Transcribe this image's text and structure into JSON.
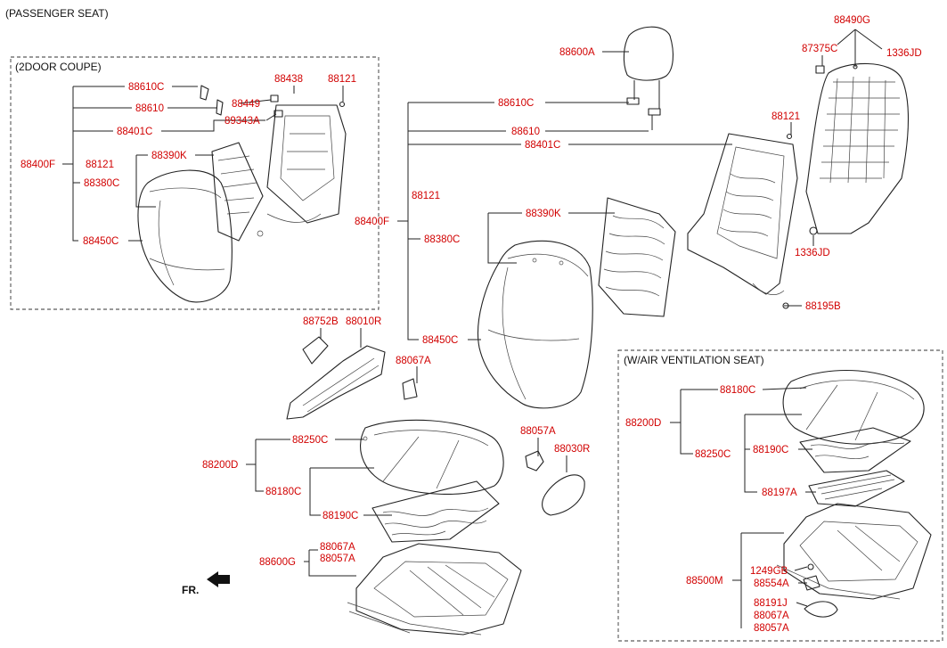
{
  "header": "(PASSENGER SEAT)",
  "section_labels": {
    "coupe": "(2DOOR COUPE)",
    "vent": "(W/AIR VENTILATION SEAT)"
  },
  "labels": {
    "coupe_88610C": "88610C",
    "coupe_88610": "88610",
    "coupe_88401C": "88401C",
    "coupe_88400F": "88400F",
    "coupe_88121": "88121",
    "coupe_88380C": "88380C",
    "coupe_88450C": "88450C",
    "coupe_88390K": "88390K",
    "coupe_88449": "88449",
    "coupe_89343A": "89343A",
    "coupe_88438": "88438",
    "coupe_88121b": "88121",
    "main_88600A": "88600A",
    "main_88610C": "88610C",
    "main_88610": "88610",
    "main_88401C": "88401C",
    "main_88121": "88121",
    "main_88400F": "88400F",
    "main_88380C": "88380C",
    "main_88390K": "88390K",
    "main_88450C": "88450C",
    "main_88121b": "88121",
    "main_88195B": "88195B",
    "main_88490G": "88490G",
    "main_87375C": "87375C",
    "main_1336JD": "1336JD",
    "main_1336JD_b": "1336JD",
    "main_88752B": "88752B",
    "main_88010R": "88010R",
    "main_88067A": "88067A",
    "main_88250C": "88250C",
    "main_88200D": "88200D",
    "main_88180C": "88180C",
    "main_88190C": "88190C",
    "main_88057A": "88057A",
    "main_88030R": "88030R",
    "main_88067A_b": "88067A",
    "main_88057A_b": "88057A",
    "main_88600G": "88600G",
    "vent_88180C": "88180C",
    "vent_88200D": "88200D",
    "vent_88250C": "88250C",
    "vent_88190C": "88190C",
    "vent_88197A": "88197A",
    "vent_88500M": "88500M",
    "vent_1249GB": "1249GB",
    "vent_88554A": "88554A",
    "vent_88191J": "88191J",
    "vent_88067A": "88067A",
    "vent_88057A": "88057A"
  },
  "fr_marker": "FR.",
  "colors": {
    "label": "#d10000",
    "line": "#222222",
    "text": "#111111"
  }
}
